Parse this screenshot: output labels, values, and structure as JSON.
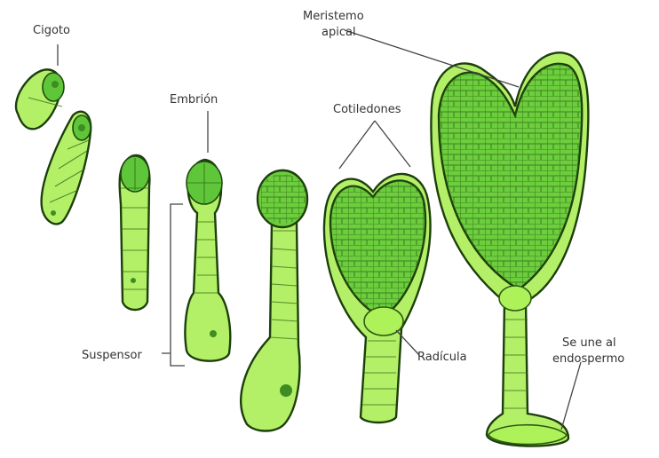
{
  "labels": {
    "cigoto": "Cigoto",
    "embrion": "Embrión",
    "meristemo_line1": "Meristemo",
    "meristemo_line2": "apical",
    "cotiledones": "Cotiledones",
    "suspensor": "Suspensor",
    "radicula": "Radícula",
    "endosperm_line1": "Se une al",
    "endosperm_line2": "endospermo"
  },
  "colors": {
    "light_green": "#aef25a",
    "dark_green": "#5fc63a",
    "outline": "#1d3f0c"
  }
}
